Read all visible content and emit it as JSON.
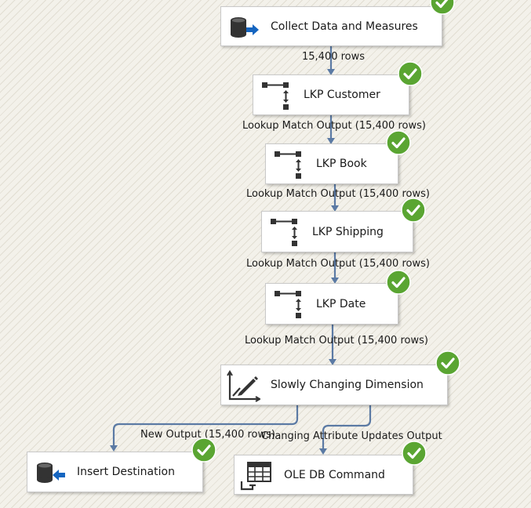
{
  "colors": {
    "wire": "#5b7aa4",
    "check_green": "#5aa532",
    "icon_dark": "#333333",
    "icon_blue": "#1565c0"
  },
  "nodes": {
    "collect": {
      "label": "Collect Data and Measures",
      "icon": "source-database-icon"
    },
    "lkp_customer": {
      "label": "LKP Customer",
      "icon": "lookup-icon"
    },
    "lkp_book": {
      "label": "LKP Book",
      "icon": "lookup-icon"
    },
    "lkp_shipping": {
      "label": "LKP Shipping",
      "icon": "lookup-icon"
    },
    "lkp_date": {
      "label": "LKP Date",
      "icon": "lookup-icon"
    },
    "scd": {
      "label": "Slowly Changing Dimension",
      "icon": "slowly-changing-dimension-icon"
    },
    "insert_dest": {
      "label": "Insert Destination",
      "icon": "destination-database-icon"
    },
    "ole_db": {
      "label": "OLE DB Command",
      "icon": "ole-db-command-icon"
    }
  },
  "edges": {
    "e1": "15,400 rows",
    "e2": "Lookup Match Output (15,400 rows)",
    "e3": "Lookup Match Output (15,400 rows)",
    "e4": "Lookup Match Output (15,400 rows)",
    "e5": "Lookup Match Output (15,400 rows)",
    "e6": "New Output (15,400 rows)",
    "e7": "Changing Attribute Updates Output"
  }
}
